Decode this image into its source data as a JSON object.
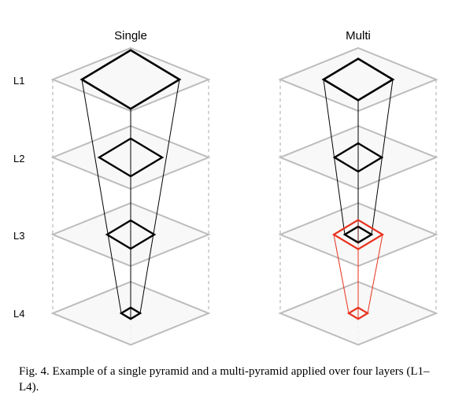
{
  "columns": [
    {
      "title": "Single",
      "key": "single"
    },
    {
      "title": "Multi",
      "key": "multi"
    }
  ],
  "layers": [
    "L1",
    "L2",
    "L3",
    "L4"
  ],
  "caption": "Fig. 4.  Example of a single pyramid and a multi-pyramid applied over four layers (L1–L4).",
  "colors": {
    "layer_plane": "#bcbcbc",
    "layer_fill": "#f7f7f7",
    "pyramid": "#000000",
    "second_pyramid": "#e8321e"
  }
}
